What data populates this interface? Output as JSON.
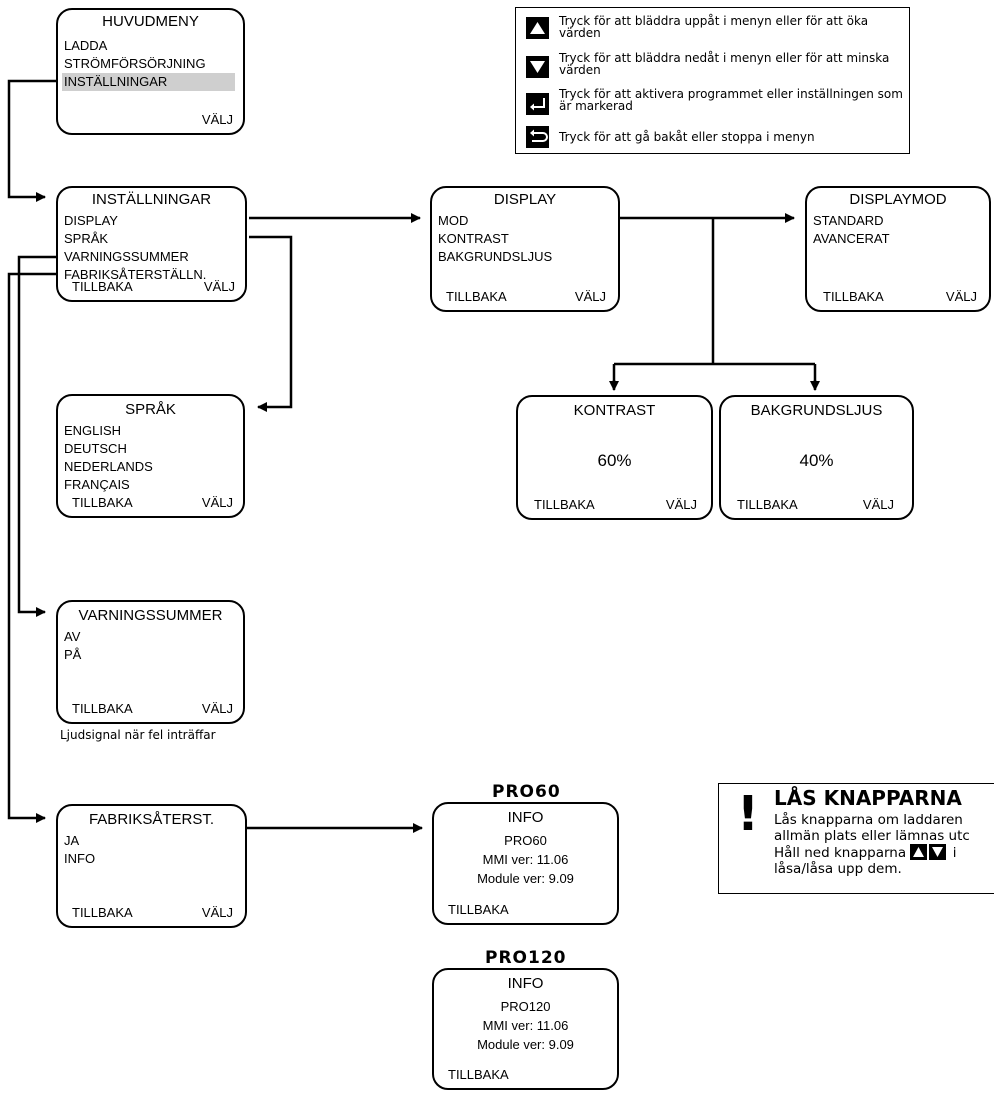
{
  "main_menu": {
    "title": "HUVUDMENY",
    "items": [
      "LADDA",
      "STRÖMFÖRSÖRJNING",
      "INSTÄLLNINGAR"
    ],
    "selected_index": 2,
    "select": "VÄLJ"
  },
  "settings_menu": {
    "title": "INSTÄLLNINGAR",
    "items": [
      "DISPLAY",
      "SPRÅK",
      "VARNINGSSUMMER",
      "FABRIKSÅTERSTÄLLN."
    ],
    "back": "TILLBAKA",
    "select": "VÄLJ"
  },
  "display_menu": {
    "title": "DISPLAY",
    "items": [
      "MOD",
      "KONTRAST",
      "BAKGRUNDSLJUS"
    ],
    "back": "TILLBAKA",
    "select": "VÄLJ"
  },
  "display_mode_menu": {
    "title": "DISPLAYMOD",
    "items": [
      "STANDARD",
      "AVANCERAT"
    ],
    "back": "TILLBAKA",
    "select": "VÄLJ"
  },
  "contrast_menu": {
    "title": "KONTRAST",
    "value": "60%",
    "back": "TILLBAKA",
    "select": "VÄLJ"
  },
  "backlight_menu": {
    "title": "BAKGRUNDSLJUS",
    "value": "40%",
    "back": "TILLBAKA",
    "select": "VÄLJ"
  },
  "language_menu": {
    "title": "SPRÅK",
    "items": [
      "ENGLISH",
      "DEUTSCH",
      "NEDERLANDS",
      "FRANÇAIS"
    ],
    "back": "TILLBAKA",
    "select": "VÄLJ"
  },
  "buzzer_menu": {
    "title": "VARNINGSSUMMER",
    "items": [
      "AV",
      "PÅ"
    ],
    "back": "TILLBAKA",
    "select": "VÄLJ",
    "note": "Ljudsignal när fel inträffar"
  },
  "factory_menu": {
    "title": "FABRIKSÅTERST.",
    "items": [
      "JA",
      "INFO"
    ],
    "back": "TILLBAKA",
    "select": "VÄLJ"
  },
  "info_pro60": {
    "label": "PRO60",
    "title": "INFO",
    "lines": [
      "PRO60",
      "MMI ver: 11.06",
      "Module ver: 9.09"
    ],
    "back": "TILLBAKA"
  },
  "info_pro120": {
    "label": "PRO120",
    "title": "INFO",
    "lines": [
      "PRO120",
      "MMI ver: 11.06",
      "Module ver: 9.09"
    ],
    "back": "TILLBAKA"
  },
  "legend": [
    {
      "icon": "up-arrow-icon",
      "text": "Tryck för att bläddra uppåt i menyn eller för att öka värden"
    },
    {
      "icon": "down-arrow-icon",
      "text": "Tryck för att bläddra nedåt i menyn eller för att minska värden"
    },
    {
      "icon": "enter-icon",
      "text": "Tryck för att aktivera programmet eller inställningen som är markerad"
    },
    {
      "icon": "return-icon",
      "text": "Tryck för att gå bakåt eller stoppa i menyn"
    }
  ],
  "lock_box": {
    "title": "LÅS KNAPPARNA",
    "line1": "Lås knapparna om laddaren",
    "line2": "allmän plats eller lämnas utc",
    "line3_before": "Håll ned knapparna",
    "line3_after": " i",
    "line4": "låsa/låsa upp dem."
  }
}
